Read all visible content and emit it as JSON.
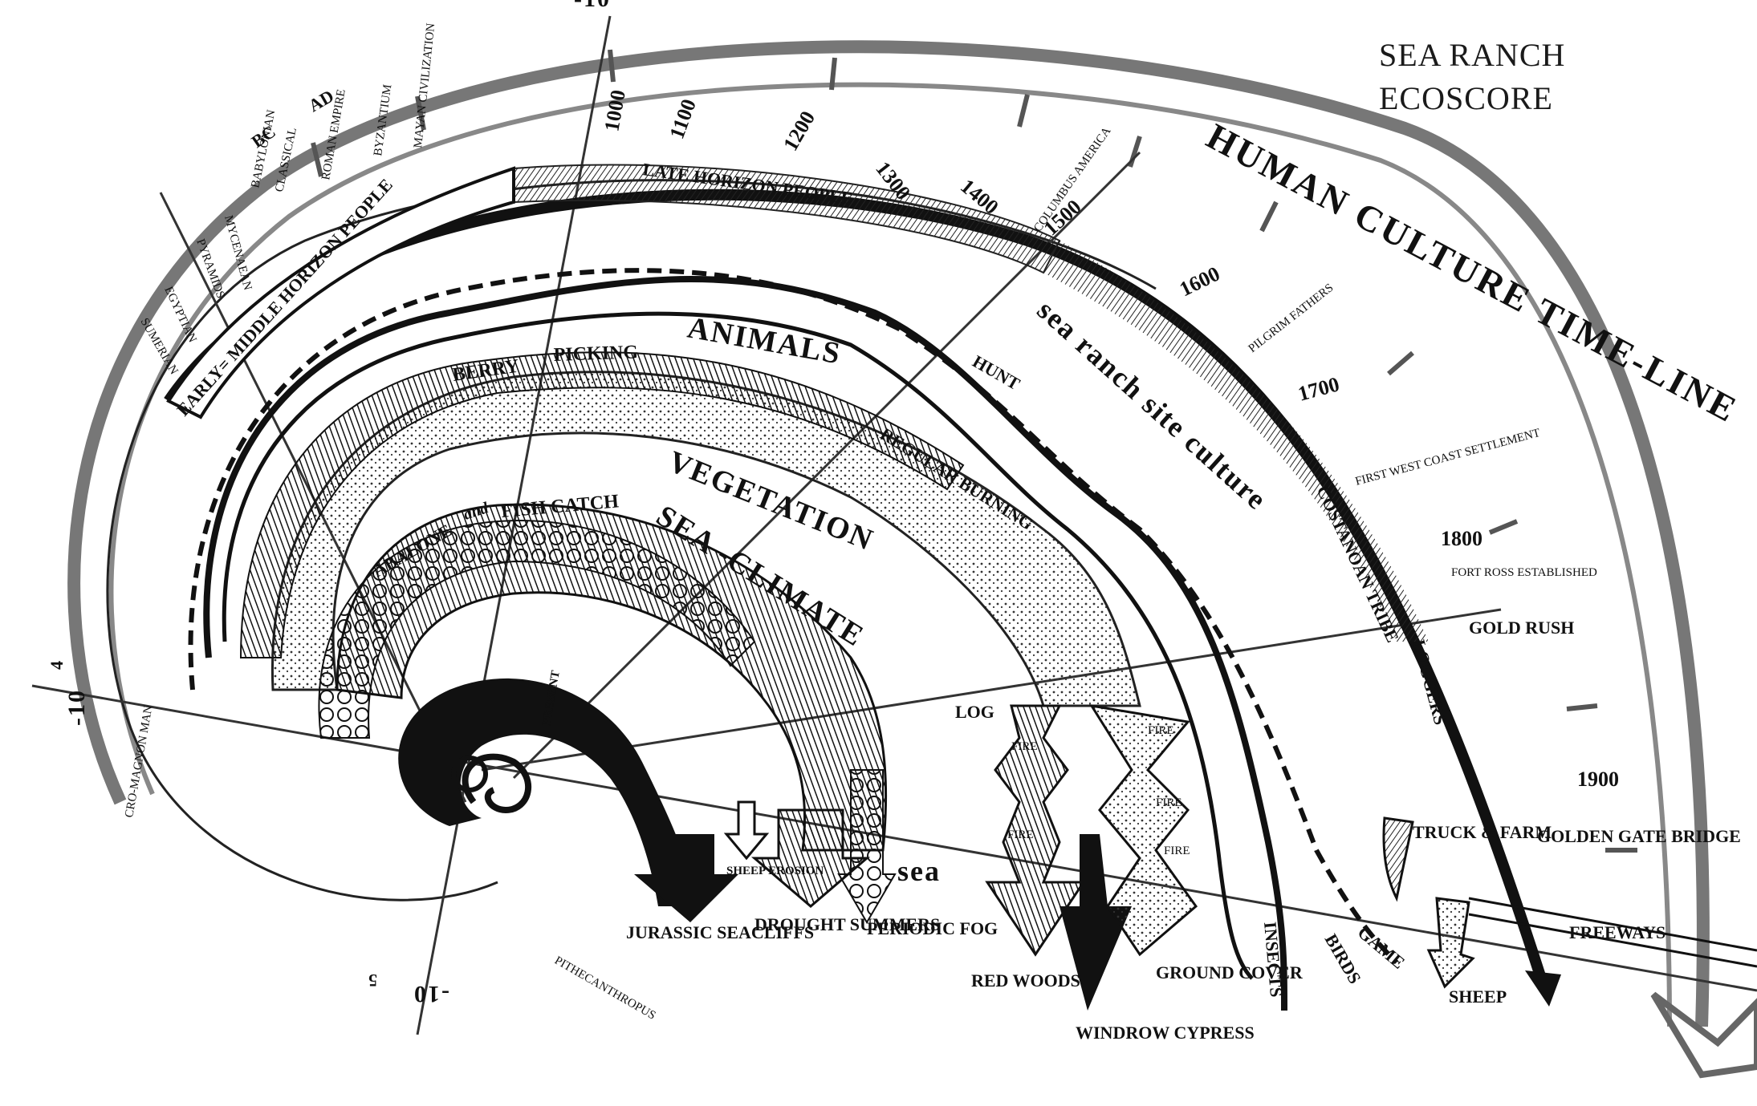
{
  "title": [
    "SEA RANCH",
    "ECOSCORE"
  ],
  "timeline_title": "HUMAN CULTURE TIME-LINE",
  "site_culture": "sea ranch site culture",
  "band_labels": {
    "animals": "ANIMALS",
    "vegetation": "VEGETATION",
    "sea_climate": "SEA -CLIMATE",
    "berry": "BERRY",
    "picking": "PICKING",
    "abalone": "ABALONE",
    "and": "and",
    "fishcatch": "FISH CATCH",
    "hunt": "HUNT",
    "regular_burning": "REGULAR BURNING",
    "log": "LOG",
    "sea": "sea"
  },
  "eras": {
    "early_middle": "EARLY= MIDDLE HORIZON PEOPLE",
    "late": "LATE HORIZON PEOPLE",
    "bc": "BC",
    "ad": "AD",
    "costanoan": "COSTANOAN TRIBE",
    "loggers": "LOGGERS"
  },
  "years": [
    "1000",
    "1100",
    "1200",
    "1300",
    "1400",
    "1500",
    "1600",
    "1700",
    "1800",
    "1900"
  ],
  "powers": {
    "p4_top": "-10",
    "p4_left": "-10",
    "p4_sup": "4",
    "p5": "-10",
    "p5_sup": "5"
  },
  "civilizations": [
    "SUMERIAN",
    "EGYPTIAN",
    "PYRAMIDS",
    "MYCENAEAN",
    "BABYLONIAN",
    "CLASSICAL",
    "ROMAN EMPIRE",
    "BYZANTIUM",
    "MAYAN CIVILIZATION"
  ],
  "events": {
    "columbus": "COLUMBUS AMERICA",
    "pilgrim": "PILGRIM FATHERS",
    "first_west": "FIRST WEST COAST SETTLEMENT",
    "fort_ross": "FORT ROSS ESTABLISHED",
    "gold_rush": "GOLD RUSH",
    "truck_farm": "TRUCK & FARM",
    "golden_gate": "GOLDEN GATE BRIDGE",
    "freeways": "FREEWAYS",
    "cro_magnon": "CRO-MAGNON MAN",
    "present": "PRESENT",
    "pithecanthropus": "PITHECANTHROPUS"
  },
  "arrows": {
    "jurassic": "JURASSIC SEACLIFFS",
    "sheep_erosion": "SHEEP EROSION",
    "drought": "DROUGHT SUMMERS",
    "fog": "PERIODIC FOG",
    "redwoods": "RED WOODS",
    "windrow": "WINDROW CYPRESS",
    "ground_cover": "GROUND COVER",
    "insects": "INSECTS",
    "birds": "BIRDS",
    "game": "GAME",
    "sheep": "SHEEP"
  },
  "fire": "FIRE"
}
